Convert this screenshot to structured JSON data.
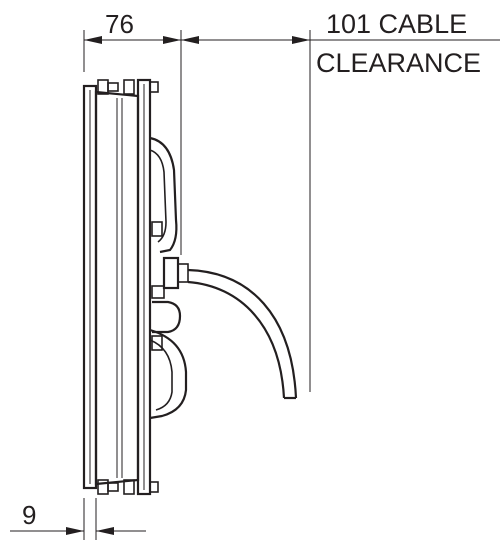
{
  "drawing": {
    "dimensions": {
      "depth": {
        "value": "76"
      },
      "cable_clearance": {
        "line1": "101 CABLE",
        "line2": "CLEARANCE"
      },
      "bezel": {
        "value": "9"
      }
    },
    "colors": {
      "ink": "#231f20",
      "paper": "#ffffff"
    }
  }
}
